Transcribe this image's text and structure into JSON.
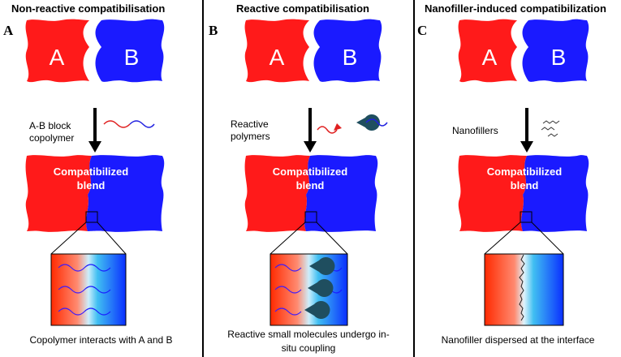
{
  "panels": [
    {
      "letter": "A",
      "title": "Non-reactive compatibilisation",
      "phase_a": "A",
      "phase_b": "B",
      "additive_label": "A-B block\ncopolymer",
      "blend_line1": "Compatibilized",
      "blend_line2": "blend",
      "caption": "Copolymer interacts with A and B"
    },
    {
      "letter": "B",
      "title": "Reactive compatibilisation",
      "phase_a": "A",
      "phase_b": "B",
      "additive_label": "Reactive\npolymers",
      "blend_line1": "Compatibilized",
      "blend_line2": "blend",
      "caption": "Reactive small molecules undergo in-\nsitu coupling"
    },
    {
      "letter": "C",
      "title": "Nanofiller-induced compatibilization",
      "phase_a": "A",
      "phase_b": "B",
      "additive_label": "Nanofillers",
      "blend_line1": "Compatibilized",
      "blend_line2": "blend",
      "caption": "Nanofiller dispersed at the interface"
    }
  ],
  "colors": {
    "phase_a": "#ff1a1a",
    "phase_b": "#1a1aff",
    "pacman": "#1f4e5f",
    "divider": "#000000"
  }
}
